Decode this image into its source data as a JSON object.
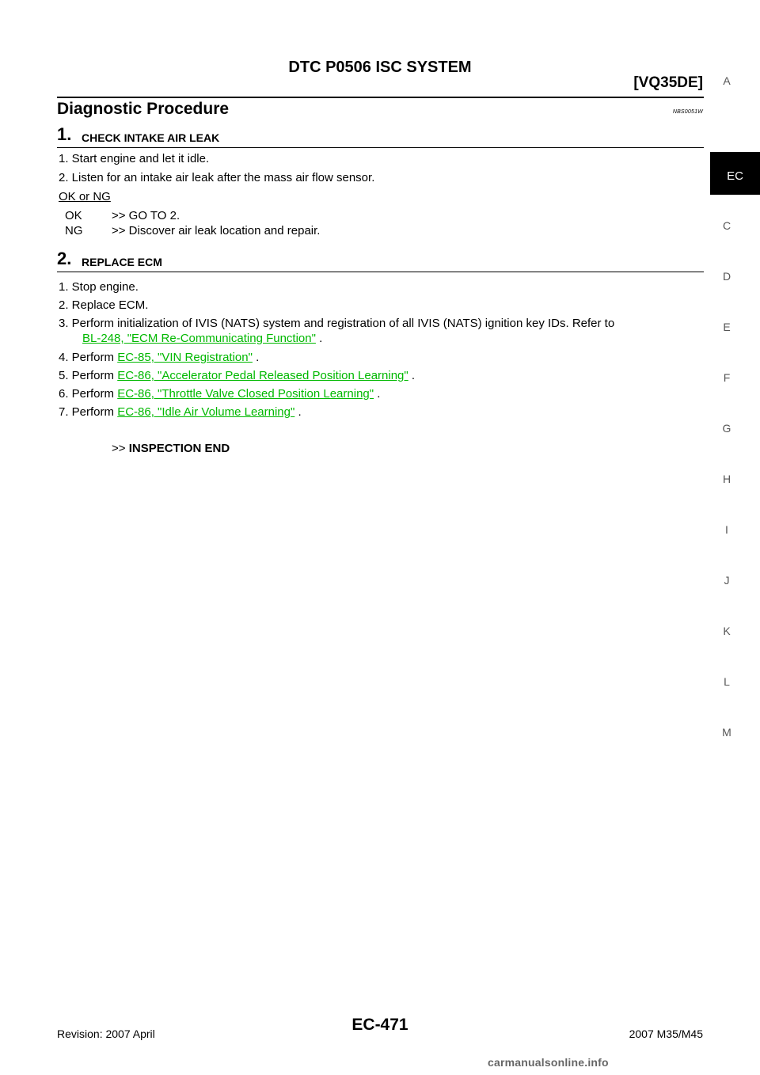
{
  "header": {
    "title": "DTC P0506 ISC SYSTEM",
    "engine": "[VQ35DE]"
  },
  "section": {
    "heading": "Diagnostic Procedure",
    "ref_code": "NBS0051W"
  },
  "step1": {
    "num": "1.",
    "title": "CHECK INTAKE AIR LEAK",
    "items": [
      "1. Start engine and let it idle.",
      "2. Listen for an intake air leak after the mass air flow sensor."
    ],
    "ok_ng": "OK or NG",
    "results": [
      {
        "code": "OK",
        "action": ">> GO TO 2."
      },
      {
        "code": "NG",
        "action": ">> Discover air leak location and repair."
      }
    ]
  },
  "step2": {
    "num": "2.",
    "title": "REPLACE ECM",
    "item1": "1. Stop engine.",
    "item2": "2. Replace ECM.",
    "item3": "3. Perform initialization of IVIS (NATS) system and registration of all IVIS (NATS) ignition key IDs. Refer to",
    "item3_link": "BL-248, \"ECM Re-Communicating Function\"",
    "item4_pre": "4. Perform",
    "item4_link": "EC-85, \"VIN Registration\"",
    "item5_pre": "5. Perform",
    "item5_link": "EC-86, \"Accelerator Pedal Released Position Learning\"",
    "item6_pre": "6. Perform",
    "item6_link": "EC-86, \"Throttle Valve Closed Position Learning\"",
    "item7_pre": "7. Perform",
    "item7_link": "EC-86, \"Idle Air Volume Learning\"",
    "period": ".",
    "end_prefix": ">>",
    "end_label": "INSPECTION END"
  },
  "sidebar": {
    "active": "EC",
    "letters": [
      "A",
      "C",
      "D",
      "E",
      "F",
      "G",
      "H",
      "I",
      "J",
      "K",
      "L",
      "M"
    ]
  },
  "footer": {
    "revision": "Revision: 2007 April",
    "page": "EC-471",
    "model": "2007 M35/M45",
    "watermark": "carmanualsonline.info"
  },
  "colors": {
    "link": "#00b800",
    "tab_bg": "#000000"
  }
}
